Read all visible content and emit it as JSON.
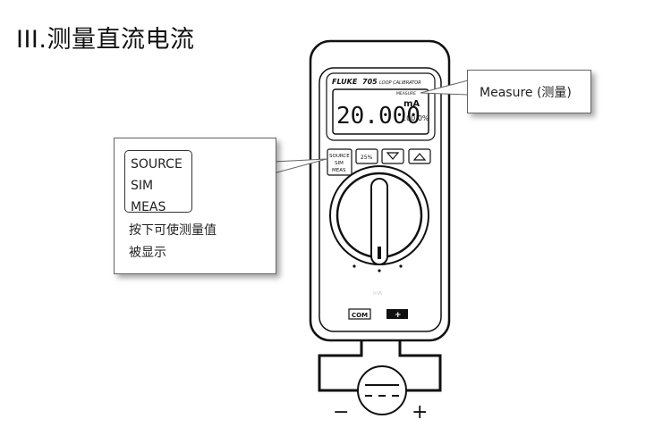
{
  "heading": "III.测量直流电流",
  "meter": {
    "brand": "FLUKE",
    "model": "705",
    "subtitle": "LOOP CALIBRATOR",
    "display_indicator": "MEASURE",
    "display_value": "20.000",
    "display_unit": "mA",
    "display_percent": "100.0%",
    "buttons": {
      "mode": [
        "SOURCE",
        "SIM",
        "MEAS"
      ],
      "pct": "25%",
      "down": "down-arrow-icon",
      "up": "up-arrow-icon"
    },
    "terminals": {
      "com": "COM",
      "plus": "+"
    }
  },
  "callouts": {
    "measure": "Measure (测量)",
    "source_box": {
      "labels": [
        "SOURCE",
        "SIM",
        "MEAS"
      ],
      "desc": [
        "按下可使测量值",
        "被显示"
      ]
    }
  },
  "circuit": {
    "minus": "−",
    "plus": "+",
    "source_symbol": "dc-current-source-icon"
  }
}
